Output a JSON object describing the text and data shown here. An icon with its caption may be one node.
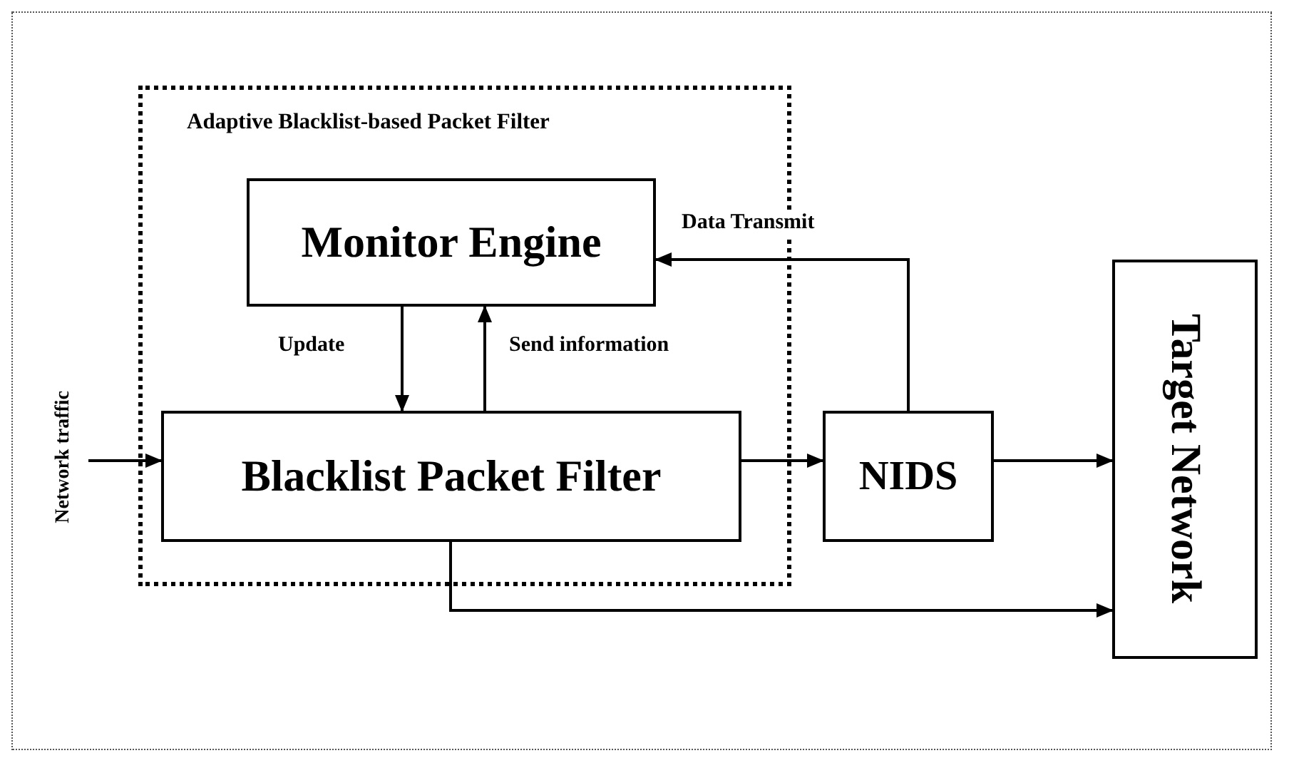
{
  "diagram": {
    "nodes": [
      {
        "text": [
          "Adaptive Blacklist-based Packet Filter"
        ]
      },
      {
        "text": [
          "Monitor Engine"
        ],
        "in": 0
      },
      {
        "text": [
          "Blacklist Packet Filter"
        ],
        "in": 0
      },
      {
        "text": [
          "NIDS"
        ]
      },
      {
        "text": [
          "Target Network"
        ]
      },
      {
        "text": [
          "Network traffic"
        ]
      }
    ],
    "edges": [
      {
        "from": 5,
        "to": 2,
        "arrow": "to"
      },
      {
        "from": 1,
        "to": 2,
        "arrow": "to",
        "label": "Update"
      },
      {
        "from": 2,
        "to": 1,
        "arrow": "to",
        "label": "Send information"
      },
      {
        "from": 2,
        "to": 3,
        "arrow": "to"
      },
      {
        "from": 3,
        "to": 4,
        "arrow": "to"
      },
      {
        "from": 3,
        "to": 1,
        "arrow": "to",
        "label": "Data Transmit"
      },
      {
        "from": 2,
        "to": 4,
        "arrow": "to"
      }
    ]
  }
}
